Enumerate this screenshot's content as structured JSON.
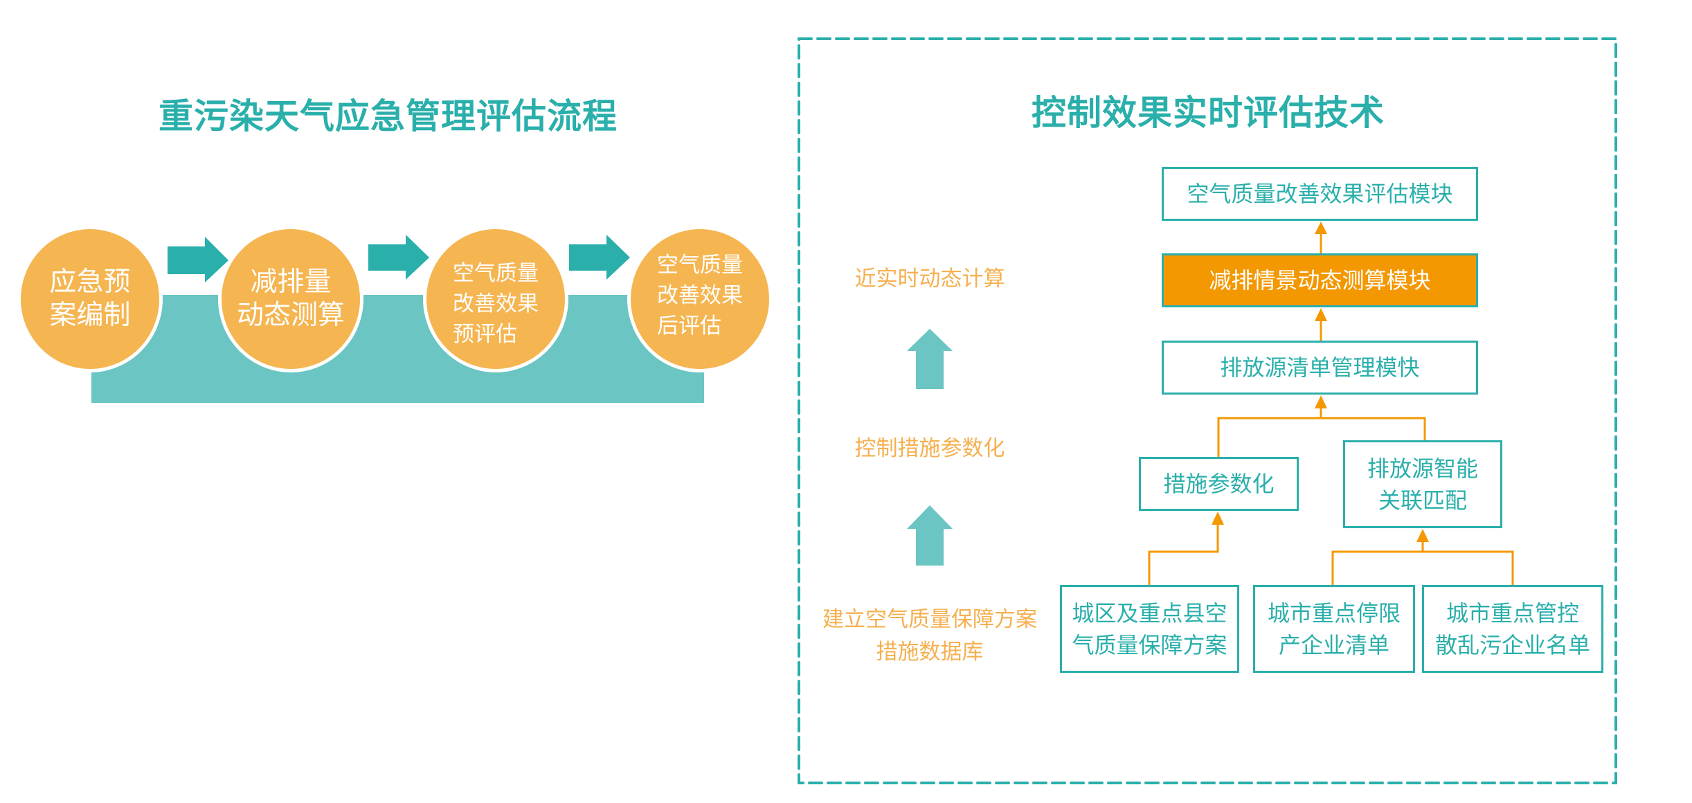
{
  "left_panel": {
    "title": "重污染天气应急管理评估流程",
    "steps": [
      {
        "label": "应急预\n案编制"
      },
      {
        "label": "减排量\n动态测算"
      },
      {
        "label": "空气质量\n改善效果\n预评估"
      },
      {
        "label": "空气质量\n改善效果\n后评估"
      }
    ]
  },
  "right_panel": {
    "title": "控制效果实时评估技术",
    "stages": [
      {
        "label": "近实时动态计算"
      },
      {
        "label": "控制措施参数化"
      },
      {
        "label": "建立空气质量保障方案\n措施数据库"
      }
    ],
    "modules": {
      "top": "空气质量改善效果评估模块",
      "highlight": "减排情景动态测算模块",
      "inventory": "排放源清单管理模快",
      "param": "措施参数化",
      "match": "排放源智能\n关联匹配",
      "src1": "城区及重点县空\n气质量保障方案",
      "src2": "城市重点停限\n产企业清单",
      "src3": "城市重点管控\n散乱污企业名单"
    }
  },
  "colors": {
    "teal": "#2aafab",
    "light_teal": "#6ac5c3",
    "circle_orange": "#f5b551",
    "label_orange": "#f5b050",
    "highlight_orange": "#f39800",
    "connector_orange": "#f39800"
  }
}
